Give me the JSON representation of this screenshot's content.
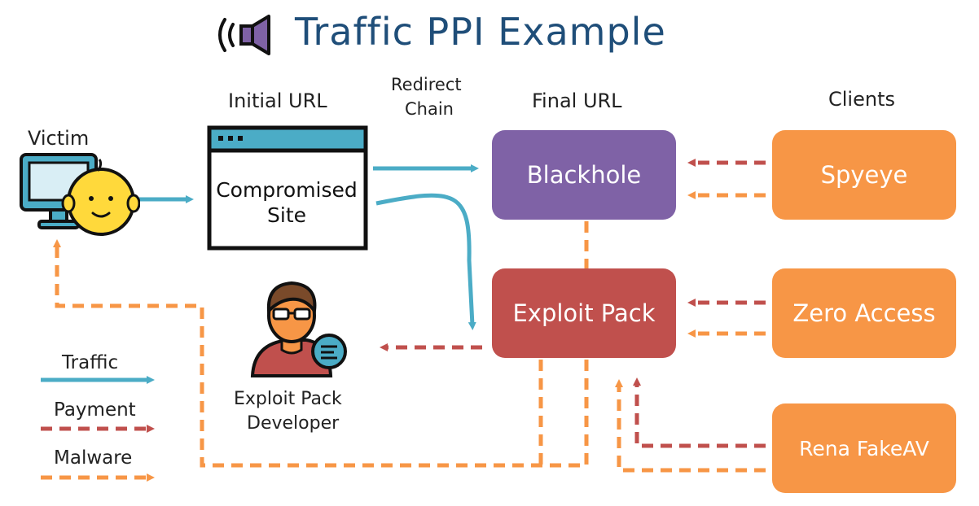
{
  "title": "Traffic PPI Example",
  "labels": {
    "victim": "Victim",
    "initial_url": "Initial URL",
    "redirect_chain_1": "Redirect",
    "redirect_chain_2": "Chain",
    "final_url": "Final URL",
    "clients": "Clients",
    "developer_1": "Exploit Pack",
    "developer_2": "Developer"
  },
  "compromised_site": {
    "line1": "Compromised",
    "line2": "Site"
  },
  "nodes": {
    "blackhole": "Blackhole",
    "exploit_pack": "Exploit Pack",
    "spyeye": "Spyeye",
    "zero_access": "Zero Access",
    "rena_fakeav": "Rena FakeAV"
  },
  "legend": {
    "traffic": "Traffic",
    "payment": "Payment",
    "malware": "Malware"
  },
  "colors": {
    "title": "#1f4e79",
    "traffic": "#4bacc6",
    "payment": "#c0504d",
    "malware": "#f79646",
    "blackhole": "#7f62a6",
    "exploit_pack": "#c0504d",
    "clients": "#f79646"
  },
  "icons": {
    "speaker": "speaker-icon",
    "victim": "computer-with-baby-icon",
    "browser": "browser-window-icon",
    "developer": "developer-person-icon"
  }
}
